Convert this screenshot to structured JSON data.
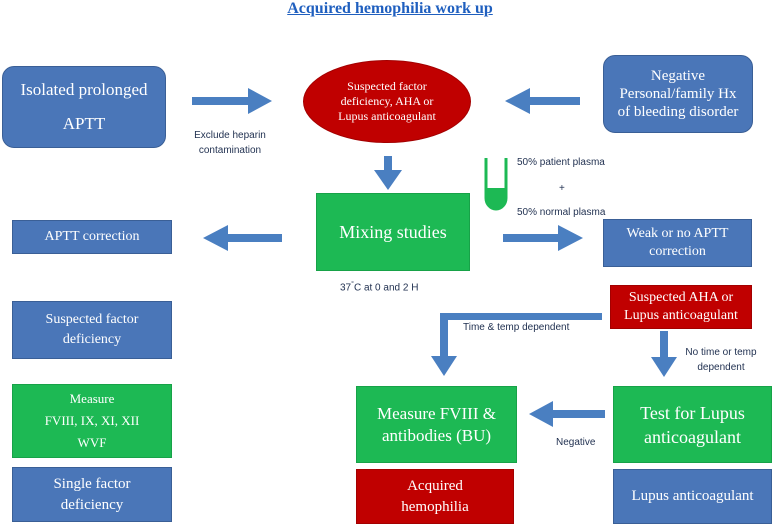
{
  "title": "Acquired hemophilia work up",
  "nodes": {
    "isolated_aptt": {
      "line1": "Isolated prolonged",
      "line2": "APTT"
    },
    "suspected_factor": {
      "line1": "Suspected factor",
      "line2": "deficiency, AHA or",
      "line3": "Lupus anticoagulant"
    },
    "negative_hx": {
      "line1": "Negative",
      "line2": "Personal/family Hx",
      "line3": "of bleeding disorder"
    },
    "mixing_studies": {
      "label": "Mixing studies"
    },
    "aptt_correction": {
      "label": "APTT correction"
    },
    "weak_no_correction": {
      "line1": "Weak or no APTT",
      "line2": "correction"
    },
    "suspected_deficiency": {
      "line1": "Suspected factor",
      "line2": "deficiency"
    },
    "suspected_aha": {
      "line1": "Suspected AHA or",
      "line2": "Lupus anticoagulant"
    },
    "measure_factors": {
      "line1": "Measure",
      "line2": "FVIII, IX, XI, XII",
      "line3": "WVF"
    },
    "measure_fviii": {
      "line1": "Measure FVIII &",
      "line2": "antibodies (BU)"
    },
    "test_lupus": {
      "line1": "Test for Lupus",
      "line2": "anticoagulant"
    },
    "single_factor": {
      "line1": "Single factor",
      "line2": "deficiency"
    },
    "acquired_hemophilia": {
      "line1": "Acquired",
      "line2": "hemophilia"
    },
    "lupus_anticoagulant": {
      "label": "Lupus anticoagulant"
    }
  },
  "notes": {
    "exclude_heparin_1": "Exclude heparin",
    "exclude_heparin_2": "contamination",
    "patient_plasma": "50% patient plasma",
    "plus": "+",
    "normal_plasma": "50% normal plasma",
    "incubation_temp": "37",
    "incubation_deg": "°",
    "incubation_rest": "C at 0 and 2 H",
    "time_temp_dependent": "Time & temp dependent",
    "no_time_temp_1": "No time or temp",
    "no_time_temp_2": "dependent",
    "negative": "Negative"
  },
  "colors": {
    "blue": "#4a76b8",
    "green": "#1db954",
    "red": "#c00000",
    "arrow": "#4a7fc1",
    "title": "#1f5fbf"
  }
}
